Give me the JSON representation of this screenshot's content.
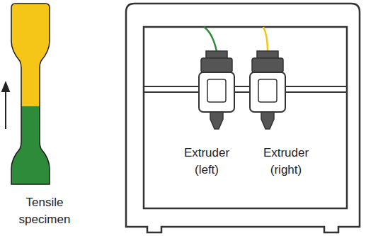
{
  "diagram": {
    "nodes": [
      {
        "text": [
          "Tensile specimen"
        ]
      },
      {
        "text": [
          "Extruder (left)"
        ]
      },
      {
        "text": [
          "Extruder (right)"
        ]
      }
    ]
  }
}
